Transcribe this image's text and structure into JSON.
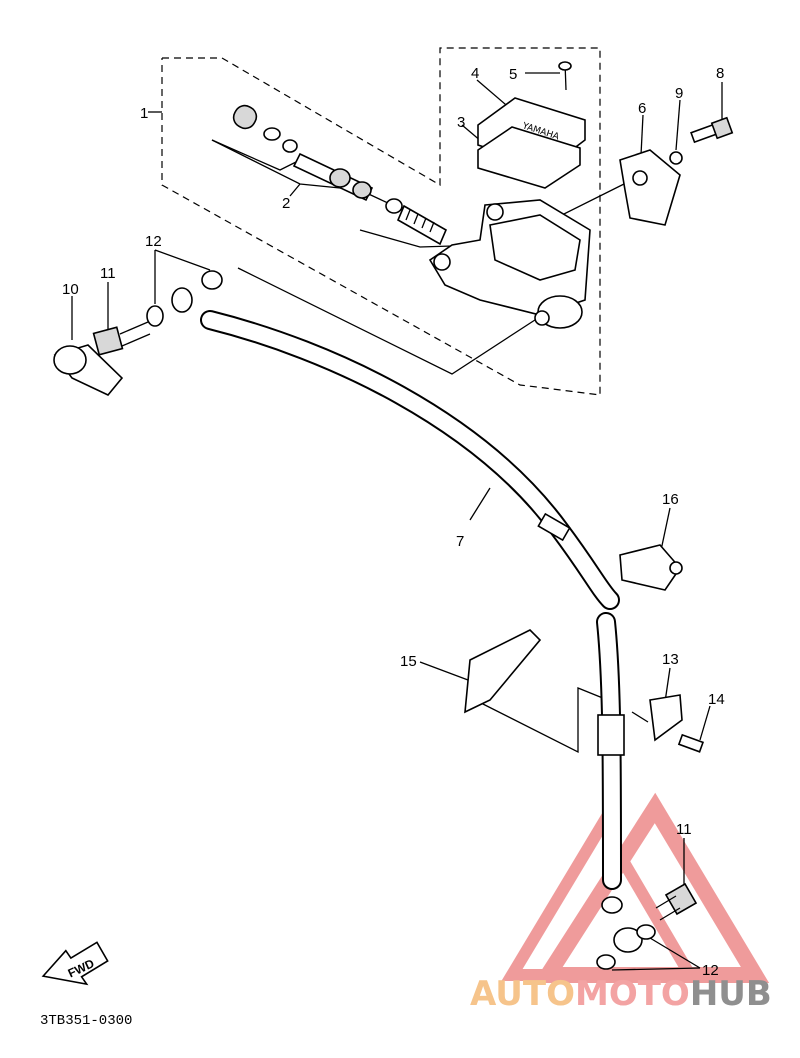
{
  "callouts": {
    "c1": "1",
    "c2": "2",
    "c3": "3",
    "c4": "4",
    "c5": "5",
    "c6": "6",
    "c7": "7",
    "c8": "8",
    "c9": "9",
    "c10": "10",
    "c11a": "11",
    "c11b": "11",
    "c12a": "12",
    "c12b": "12",
    "c13": "13",
    "c14": "14",
    "c15": "15",
    "c16": "16"
  },
  "fwd_label": "FWD",
  "diagram_code": "3TB351-0300",
  "watermark": {
    "part1": "AUTO",
    "part2": "MOTO",
    "part3": "HUB"
  }
}
